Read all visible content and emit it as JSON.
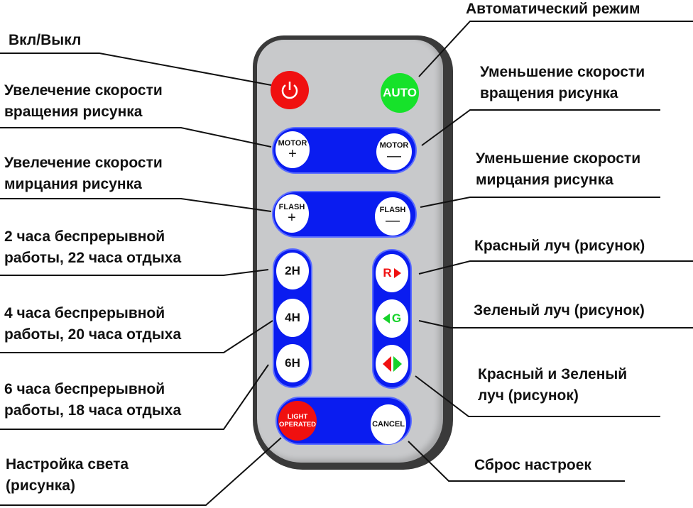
{
  "remote": {
    "power_icon": "power-icon",
    "auto": "AUTO",
    "motor_plus": {
      "text": "MOTOR",
      "sign": "+"
    },
    "motor_minus": {
      "text": "MOTOR",
      "sign": "—"
    },
    "flash_plus": {
      "text": "FLASH",
      "sign": "+"
    },
    "flash_minus": {
      "text": "FLASH",
      "sign": "—"
    },
    "timers": [
      "2H",
      "4H",
      "6H"
    ],
    "red_beam": "R",
    "green_beam": "G",
    "light_operated": [
      "LIGHT",
      "OPERATED"
    ],
    "cancel": "CANCEL",
    "colors": {
      "red": "#f01010",
      "green": "#16e22a",
      "blue": "#0a1cf0",
      "body": "#c8c9cb"
    }
  },
  "labels": {
    "power": "Вкл/Выкл",
    "motor_plus": [
      "Увелечение скорости",
      "вращения рисунка"
    ],
    "flash_plus": [
      "Увелечение скорости",
      "мирцания рисунка"
    ],
    "timer_2h": [
      "2 часа беспрерывной",
      "работы, 22 часа отдыха"
    ],
    "timer_4h": [
      "4 часа беспрерывной",
      "работы, 20 часа отдыха"
    ],
    "timer_6h": [
      "6 часа беспрерывной",
      "работы, 18 часа отдыха"
    ],
    "light": [
      "Настройка света",
      "(рисунка)"
    ],
    "auto": "Автоматический режим",
    "motor_minus": [
      "Уменьшение скорости",
      "вращения рисунка"
    ],
    "flash_minus": [
      "Уменьшение скорости",
      "мирцания рисунка"
    ],
    "red": "Красный луч (рисунок)",
    "green": "Зеленый луч (рисунок)",
    "red_green": [
      "Красный и Зеленый",
      "луч (рисунок)"
    ],
    "cancel": "Сброс настроек"
  }
}
